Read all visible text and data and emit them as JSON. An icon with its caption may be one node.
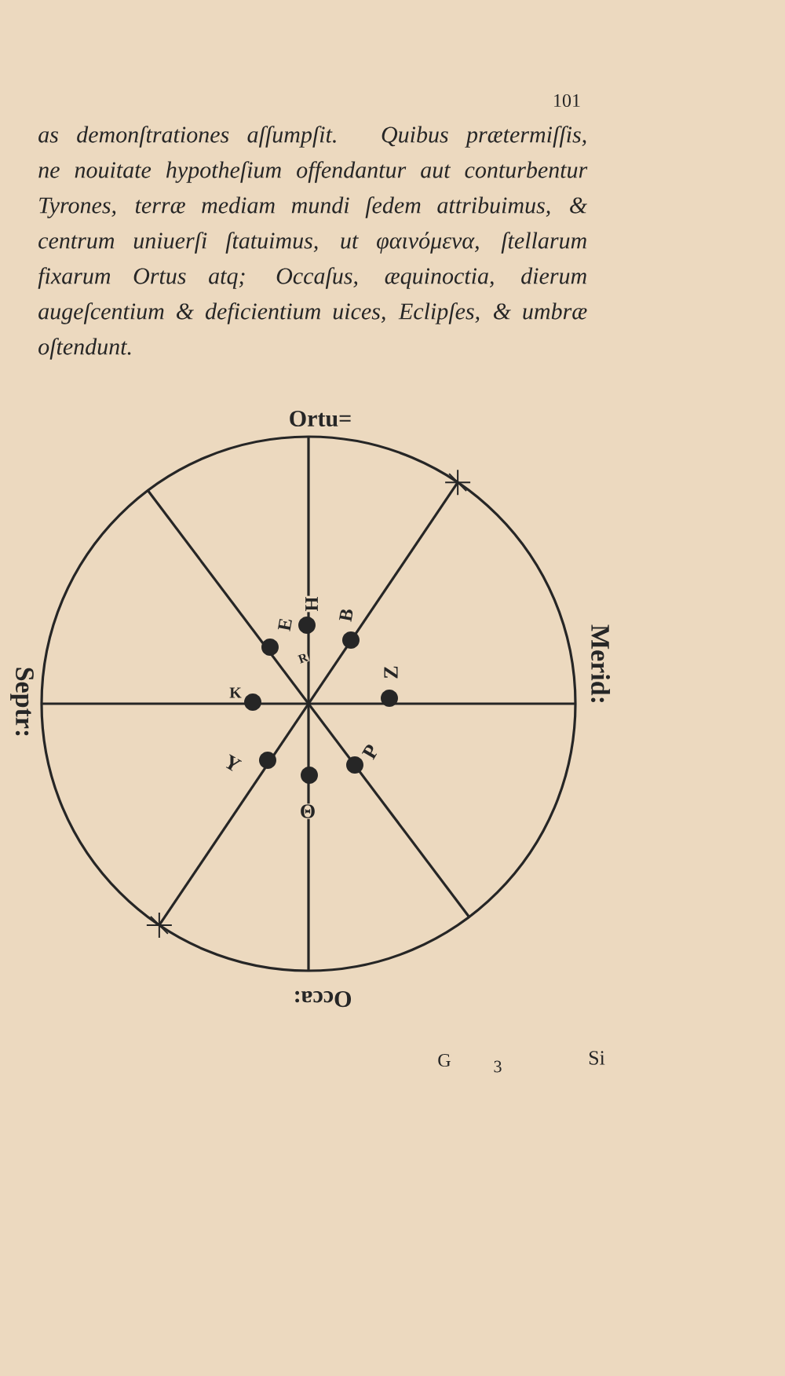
{
  "diagram": {
    "labels": [
      "101",
      "as demonſtrationes aſſumpſit. Quibus prætermiſſis, ne nouitate hypotheſium offendantur aut conturbentur Tyrones, terræ mediam mundi ſedem attribuimus, & centrum uniuerſi ſtatuimus, ut φαινόμενα, ſtellarum fixarum Ortus atq; Occaſus, æquinoctia, dierum augeſcentium & deficientium uices, Eclipſes, & umbræ oſtendunt.",
      "Ortu=",
      "H",
      "B",
      "E",
      "Septr:",
      "R",
      "K",
      "Z",
      "Merid:",
      "Y",
      "P",
      "Θ",
      "Occa:",
      "G",
      "3",
      "Si"
    ]
  }
}
